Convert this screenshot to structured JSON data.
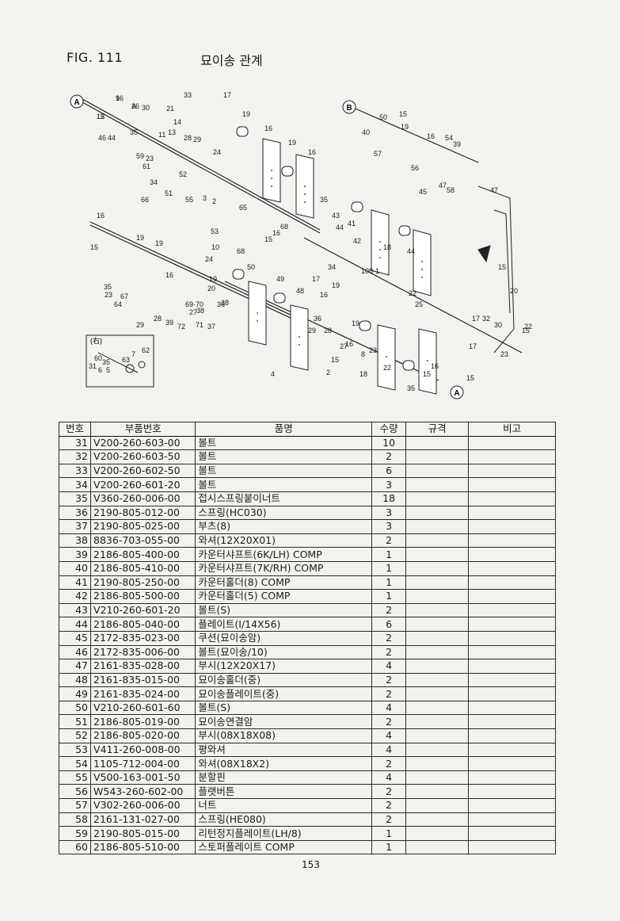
{
  "header": {
    "fig_label": "FIG. 111",
    "title": "묘이송 관계"
  },
  "diagram_labels": {
    "marker_a": "A",
    "marker_b": "B",
    "inset_label": "(右)",
    "numbers": [
      "9",
      "12",
      "26",
      "30",
      "21",
      "33",
      "17",
      "19",
      "16",
      "19",
      "16",
      "14",
      "13",
      "11",
      "28",
      "29",
      "24",
      "46",
      "44",
      "35",
      "59",
      "23",
      "61",
      "34",
      "51",
      "52",
      "3",
      "2",
      "55",
      "53",
      "66",
      "65",
      "50",
      "15",
      "19",
      "16",
      "54",
      "39",
      "40",
      "57",
      "56",
      "45",
      "47",
      "58",
      "47",
      "35",
      "43",
      "41",
      "44",
      "42",
      "108-1",
      "18",
      "44",
      "22",
      "25",
      "15",
      "19",
      "16",
      "19",
      "15",
      "16",
      "68",
      "10",
      "24",
      "68",
      "50",
      "49",
      "48",
      "34",
      "17",
      "19",
      "16",
      "19",
      "16",
      "20",
      "35",
      "23",
      "64",
      "67",
      "69·70",
      "27",
      "38",
      "36",
      "29",
      "28",
      "39",
      "72",
      "71",
      "37",
      "38",
      "36",
      "28",
      "29",
      "27",
      "18",
      "19",
      "15",
      "20",
      "15",
      "17",
      "32",
      "30",
      "22",
      "17",
      "23",
      "31",
      "35",
      "63",
      "7",
      "62",
      "60",
      "6",
      "5",
      "4",
      "2",
      "8",
      "15",
      "16",
      "23",
      "22",
      "35",
      "15",
      "16",
      "15",
      "16",
      "15",
      "A"
    ]
  },
  "table": {
    "headers": [
      "번호",
      "부품번호",
      "품명",
      "수량",
      "규격",
      "비고"
    ],
    "rows": [
      {
        "no": "31",
        "code": "V200-260-603-00",
        "name": "볼트",
        "qty": "10",
        "spec": "",
        "note": ""
      },
      {
        "no": "32",
        "code": "V200-260-603-50",
        "name": "볼트",
        "qty": "2",
        "spec": "",
        "note": ""
      },
      {
        "no": "33",
        "code": "V200-260-602-50",
        "name": "볼트",
        "qty": "6",
        "spec": "",
        "note": ""
      },
      {
        "no": "34",
        "code": "V200-260-601-20",
        "name": "볼트",
        "qty": "3",
        "spec": "",
        "note": ""
      },
      {
        "no": "35",
        "code": "V360-260-006-00",
        "name": "접시스프링붙이너트",
        "qty": "18",
        "spec": "",
        "note": ""
      },
      {
        "no": "36",
        "code": "2190-805-012-00",
        "name": "스프링(HC030)",
        "qty": "3",
        "spec": "",
        "note": ""
      },
      {
        "no": "37",
        "code": "2190-805-025-00",
        "name": "부츠(8)",
        "qty": "3",
        "spec": "",
        "note": ""
      },
      {
        "no": "38",
        "code": "8836-703-055-00",
        "name": "와셔(12X20X01)",
        "qty": "2",
        "spec": "",
        "note": ""
      },
      {
        "no": "39",
        "code": "2186-805-400-00",
        "name": "카운터샤프트(6K/LH) COMP",
        "qty": "1",
        "spec": "",
        "note": ""
      },
      {
        "no": "40",
        "code": "2186-805-410-00",
        "name": "카운터샤프트(7K/RH) COMP",
        "qty": "1",
        "spec": "",
        "note": ""
      },
      {
        "no": "41",
        "code": "2190-805-250-00",
        "name": "카운터홀더(8) COMP",
        "qty": "1",
        "spec": "",
        "note": ""
      },
      {
        "no": "42",
        "code": "2186-805-500-00",
        "name": "카운터홀더(5) COMP",
        "qty": "1",
        "spec": "",
        "note": ""
      },
      {
        "no": "43",
        "code": "V210-260-601-20",
        "name": "볼트(S)",
        "qty": "2",
        "spec": "",
        "note": ""
      },
      {
        "no": "44",
        "code": "2186-805-040-00",
        "name": "플레이트(I/14X56)",
        "qty": "6",
        "spec": "",
        "note": ""
      },
      {
        "no": "45",
        "code": "2172-835-023-00",
        "name": "쿠션(묘이송암)",
        "qty": "2",
        "spec": "",
        "note": ""
      },
      {
        "no": "46",
        "code": "2172-835-006-00",
        "name": "볼트(묘이송/10)",
        "qty": "2",
        "spec": "",
        "note": ""
      },
      {
        "no": "47",
        "code": "2161-835-028-00",
        "name": "부시(12X20X17)",
        "qty": "4",
        "spec": "",
        "note": ""
      },
      {
        "no": "48",
        "code": "2161-835-015-00",
        "name": "묘이송홀더(중)",
        "qty": "2",
        "spec": "",
        "note": ""
      },
      {
        "no": "49",
        "code": "2161-835-024-00",
        "name": "묘이송플레이트(중)",
        "qty": "2",
        "spec": "",
        "note": ""
      },
      {
        "no": "50",
        "code": "V210-260-601-60",
        "name": "볼트(S)",
        "qty": "4",
        "spec": "",
        "note": ""
      },
      {
        "no": "51",
        "code": "2186-805-019-00",
        "name": "묘이송연결암",
        "qty": "2",
        "spec": "",
        "note": ""
      },
      {
        "no": "52",
        "code": "2186-805-020-00",
        "name": "부시(08X18X08)",
        "qty": "4",
        "spec": "",
        "note": ""
      },
      {
        "no": "53",
        "code": "V411-260-008-00",
        "name": "평와셔",
        "qty": "4",
        "spec": "",
        "note": ""
      },
      {
        "no": "54",
        "code": "1105-712-004-00",
        "name": "와셔(08X18X2)",
        "qty": "2",
        "spec": "",
        "note": ""
      },
      {
        "no": "55",
        "code": "V500-163-001-50",
        "name": "분할핀",
        "qty": "4",
        "spec": "",
        "note": ""
      },
      {
        "no": "56",
        "code": "W543-260-602-00",
        "name": "플랫버튼",
        "qty": "2",
        "spec": "",
        "note": ""
      },
      {
        "no": "57",
        "code": "V302-260-006-00",
        "name": "너트",
        "qty": "2",
        "spec": "",
        "note": ""
      },
      {
        "no": "58",
        "code": "2161-131-027-00",
        "name": "스프링(HE080)",
        "qty": "2",
        "spec": "",
        "note": ""
      },
      {
        "no": "59",
        "code": "2190-805-015-00",
        "name": "리턴정지플레이트(LH/8)",
        "qty": "1",
        "spec": "",
        "note": ""
      },
      {
        "no": "60",
        "code": "2186-805-510-00",
        "name": "스토퍼플레이트 COMP",
        "qty": "1",
        "spec": "",
        "note": ""
      }
    ]
  },
  "footer": {
    "page_number": "153"
  }
}
